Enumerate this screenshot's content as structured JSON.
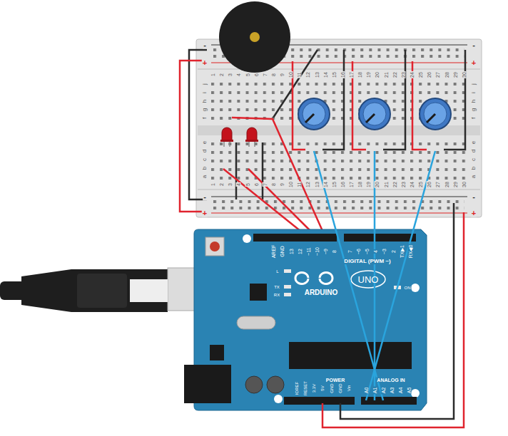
{
  "diagram": {
    "labels": [
      "1",
      "2",
      "3",
      "4",
      "5",
      "6",
      "7",
      "8",
      "9",
      "10",
      "11",
      "12",
      "13",
      "14",
      "15",
      "16",
      "17",
      "18",
      "19",
      "20",
      "21",
      "22",
      "23",
      "24",
      "25",
      "26",
      "27",
      "28",
      "29",
      "30",
      "1",
      "2",
      "3",
      "4",
      "5",
      "6",
      "7",
      "8",
      "9",
      "10",
      "11",
      "12",
      "13",
      "14",
      "15",
      "16",
      "17",
      "18",
      "19",
      "20",
      "21",
      "22",
      "23",
      "24",
      "25",
      "26",
      "27",
      "28",
      "29",
      "30",
      "j",
      "i",
      "h",
      "g",
      "f",
      "e",
      "d",
      "c",
      "b",
      "a",
      "j",
      "i",
      "h",
      "g",
      "f",
      "e",
      "d",
      "c",
      "b",
      "a",
      "-",
      "+",
      "-",
      "+",
      "-",
      "+",
      "-",
      "+",
      "AREF",
      "GND",
      "13",
      "12",
      "~11",
      "~10",
      "~9",
      "8",
      "7",
      "~6",
      "~5",
      "4",
      "~3",
      "2",
      "TX▶1",
      "RX◀0",
      "DIGITAL (PWM ~)",
      "L",
      "TX",
      "RX",
      "ON",
      "ARDUINO",
      "UNO",
      "IOREF",
      "RESET",
      "3.3V",
      "5V",
      "GND",
      "GND",
      "Vin",
      "POWER",
      "ANALOG IN",
      "A0",
      "A1",
      "A2",
      "A3",
      "A4",
      "A5"
    ]
  }
}
